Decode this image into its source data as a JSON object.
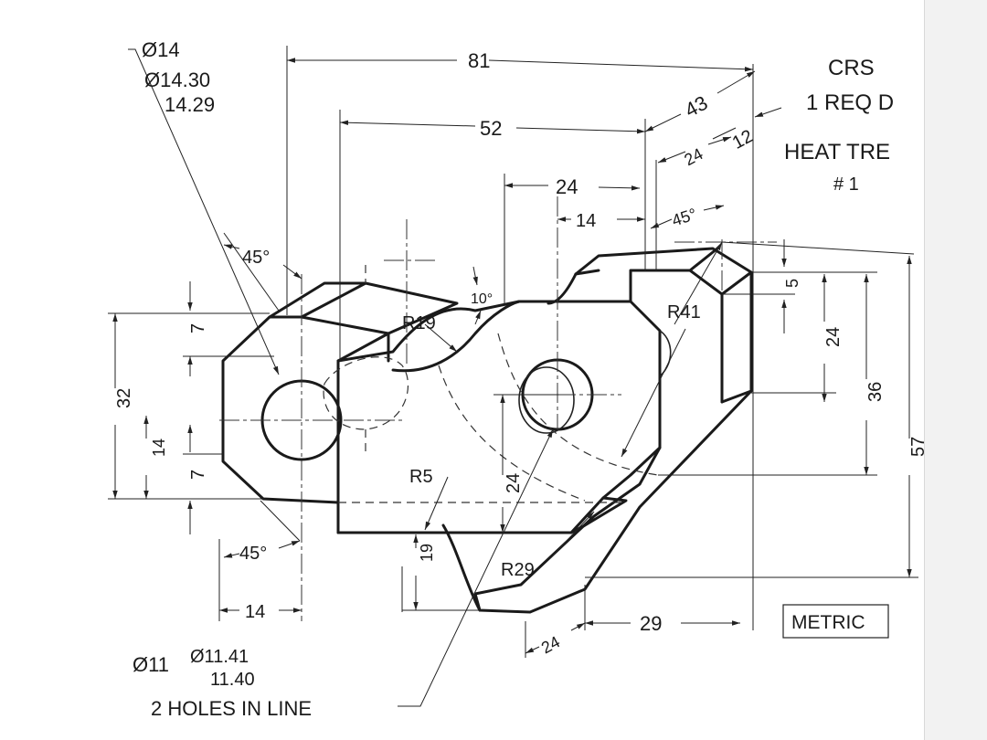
{
  "notes": {
    "material": "CRS",
    "quantity": "1 REQ D",
    "heat_treat": "HEAT TRE",
    "heat_treat_number": "# 1",
    "units": "METRIC",
    "big_hole_dia": "Ø14",
    "big_hole_tol_upper": "Ø14.30",
    "big_hole_tol_lower": "14.29",
    "small_hole_dia": "Ø11",
    "small_hole_tol_upper": "Ø11.41",
    "small_hole_tol_lower": "11.40",
    "holes_note": "2 HOLES IN LINE"
  },
  "dimensions": {
    "d81": "81",
    "d52": "52",
    "d43": "43",
    "d24_top": "24",
    "d12": "12",
    "d24_mid": "24",
    "d14_top": "14",
    "a45_top_right": "45°",
    "a45_top_left": "45°",
    "a10": "10°",
    "r19": "R19",
    "r41": "R41",
    "r5": "R5",
    "r29": "R29",
    "d5": "5",
    "d24_right": "24",
    "d36": "36",
    "d57": "57",
    "d32": "32",
    "d7_top": "7",
    "d14_left": "14",
    "d7_bot": "7",
    "d24_vert": "24",
    "d19": "19",
    "a45_bottom": "45°",
    "d14_bottom": "14",
    "d24_bottom": "24",
    "d29": "29"
  }
}
